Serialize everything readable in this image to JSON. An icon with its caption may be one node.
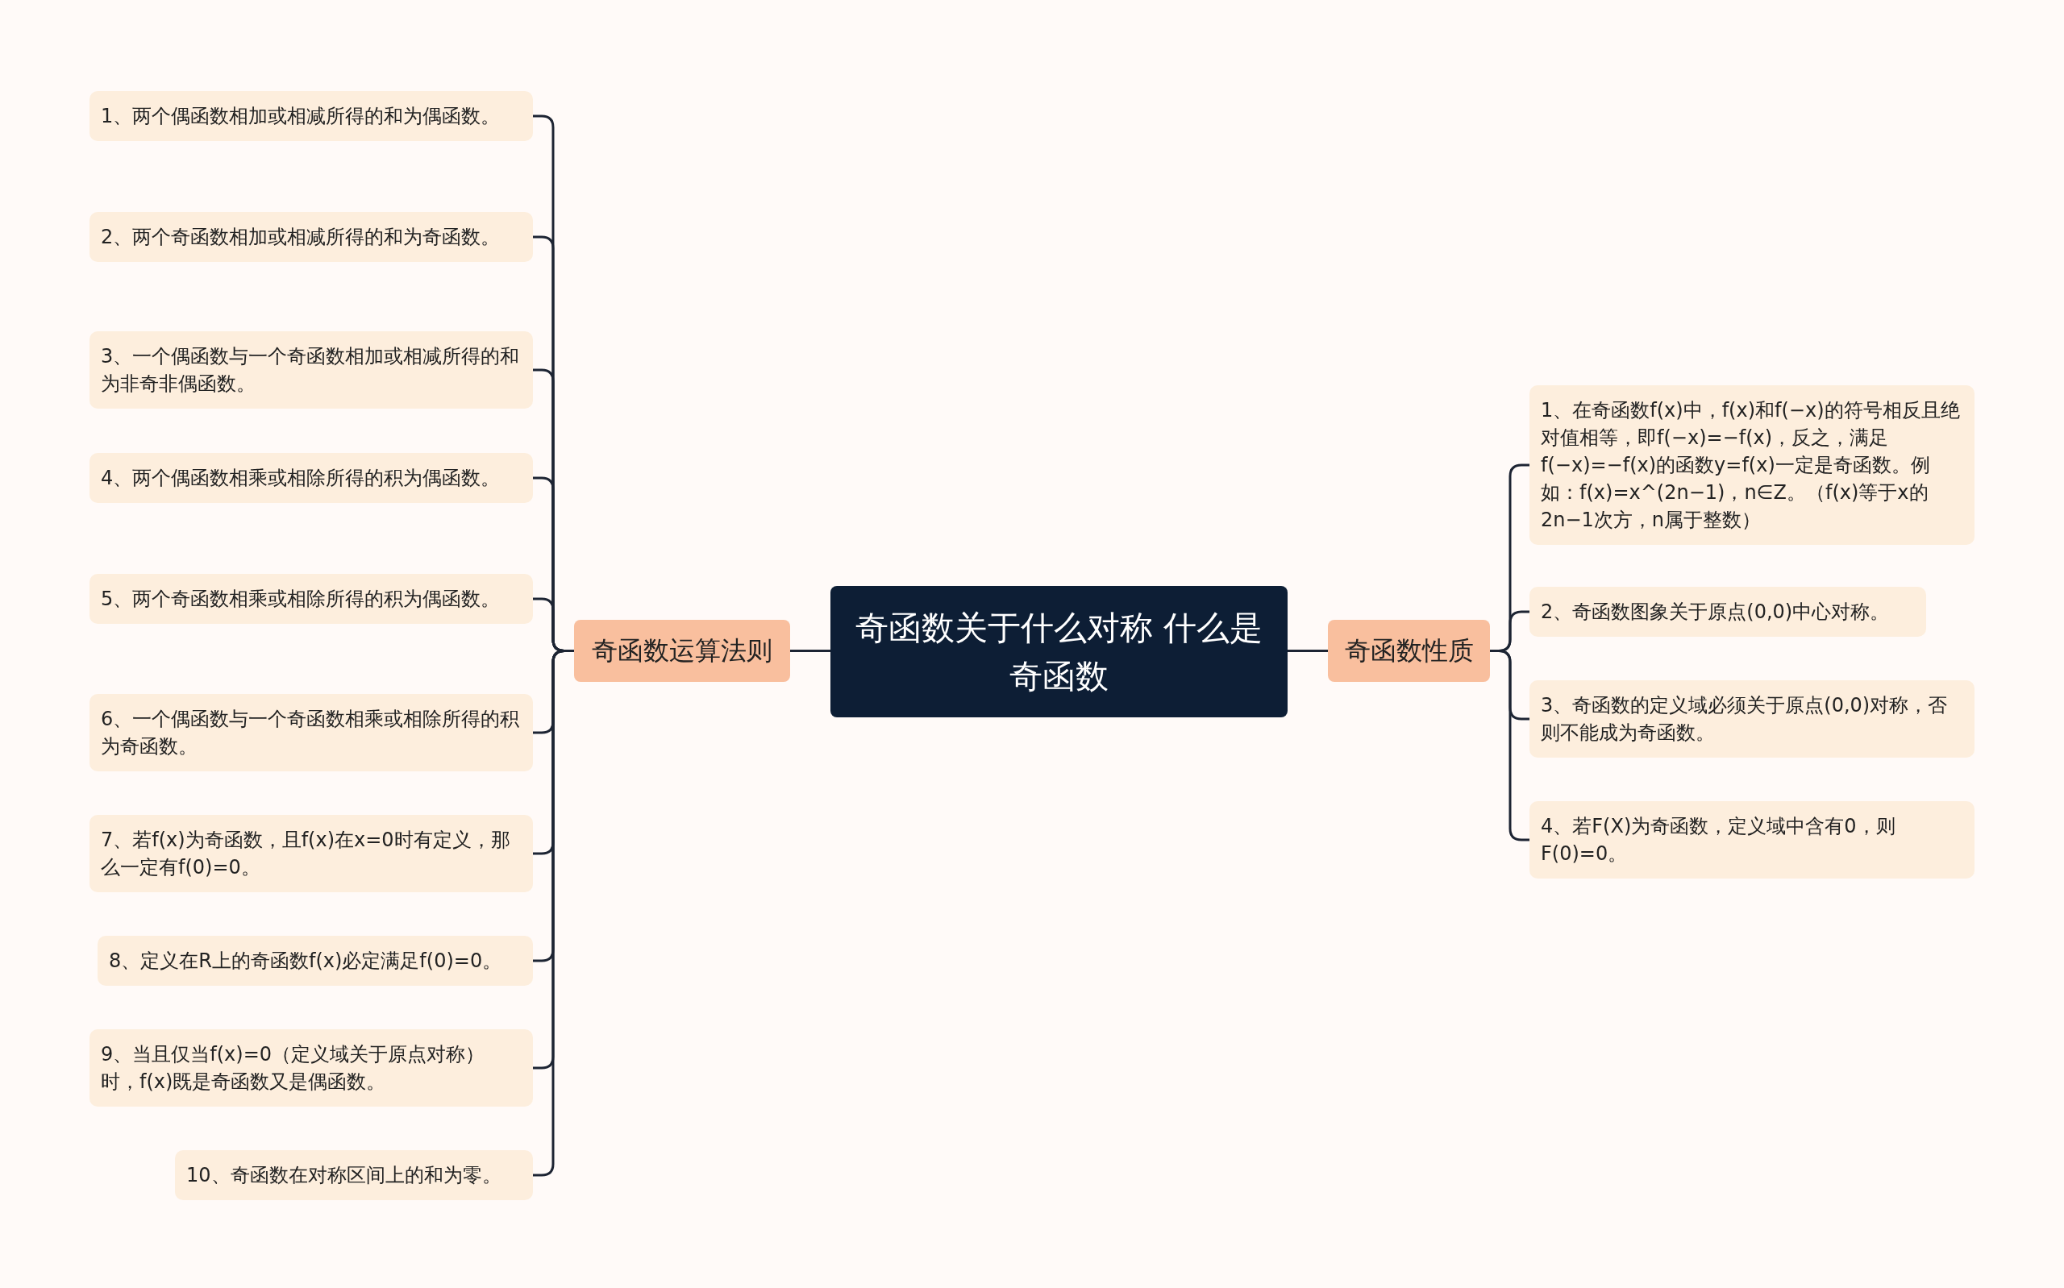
{
  "diagram": {
    "nodes": [
      {
        "text": [
          "奇函数关于什么对称 什么是奇函数"
        ]
      },
      {
        "text": [
          "奇函数运算法则"
        ]
      },
      {
        "text": [
          "1、两个偶函数相加或相减所得的和为偶函数。"
        ]
      },
      {
        "text": [
          "2、两个奇函数相加或相减所得的和为奇函数。"
        ]
      },
      {
        "text": [
          "3、一个偶函数与一个奇函数相加或相减所得的和为非奇非偶函数。"
        ]
      },
      {
        "text": [
          "4、两个偶函数相乘或相除所得的积为偶函数。"
        ]
      },
      {
        "text": [
          "5、两个奇函数相乘或相除所得的积为偶函数。"
        ]
      },
      {
        "text": [
          "6、一个偶函数与一个奇函数相乘或相除所得的积为奇函数。"
        ]
      },
      {
        "text": [
          "7、若f(x)为奇函数，且f(x)在x=0时有定义，那么一定有f(0)=0。"
        ]
      },
      {
        "text": [
          "8、定义在R上的奇函数f(x)必定满足f(0)=0。"
        ]
      },
      {
        "text": [
          "9、当且仅当f(x)=0（定义域关于原点对称）时，f(x)既是奇函数又是偶函数。"
        ]
      },
      {
        "text": [
          "10、奇函数在对称区间上的和为零。"
        ]
      },
      {
        "text": [
          "奇函数性质"
        ]
      },
      {
        "text": [
          "1、在奇函数f(x)中，f(x)和f(−x)的符号相反且绝对值相等，即f(−x)=−f(x)，反之，满足f(−x)=−f(x)的函数y=f(x)一定是奇函数。例如：f(x)=x^(2n−1)，n∈Z。（f(x)等于x的2n−1次方，n属于整数）"
        ]
      },
      {
        "text": [
          "2、奇函数图象关于原点(0,0)中心对称。"
        ]
      },
      {
        "text": [
          "3、奇函数的定义域必须关于原点(0,0)对称，否则不能成为奇函数。"
        ]
      },
      {
        "text": [
          "4、若F(X)为奇函数，定义域中含有0，则F(0)=0。"
        ]
      }
    ],
    "edges": [
      {
        "from": 0,
        "to": 1,
        "arrow": "none"
      },
      {
        "from": 1,
        "to": 2,
        "arrow": "none"
      },
      {
        "from": 1,
        "to": 3,
        "arrow": "none"
      },
      {
        "from": 1,
        "to": 4,
        "arrow": "none"
      },
      {
        "from": 1,
        "to": 5,
        "arrow": "none"
      },
      {
        "from": 1,
        "to": 6,
        "arrow": "none"
      },
      {
        "from": 1,
        "to": 7,
        "arrow": "none"
      },
      {
        "from": 1,
        "to": 8,
        "arrow": "none"
      },
      {
        "from": 1,
        "to": 9,
        "arrow": "none"
      },
      {
        "from": 1,
        "to": 10,
        "arrow": "none"
      },
      {
        "from": 1,
        "to": 11,
        "arrow": "none"
      },
      {
        "from": 0,
        "to": 12,
        "arrow": "none"
      },
      {
        "from": 12,
        "to": 13,
        "arrow": "none"
      },
      {
        "from": 12,
        "to": 14,
        "arrow": "none"
      },
      {
        "from": 12,
        "to": 15,
        "arrow": "none"
      },
      {
        "from": 12,
        "to": 16,
        "arrow": "none"
      }
    ]
  }
}
